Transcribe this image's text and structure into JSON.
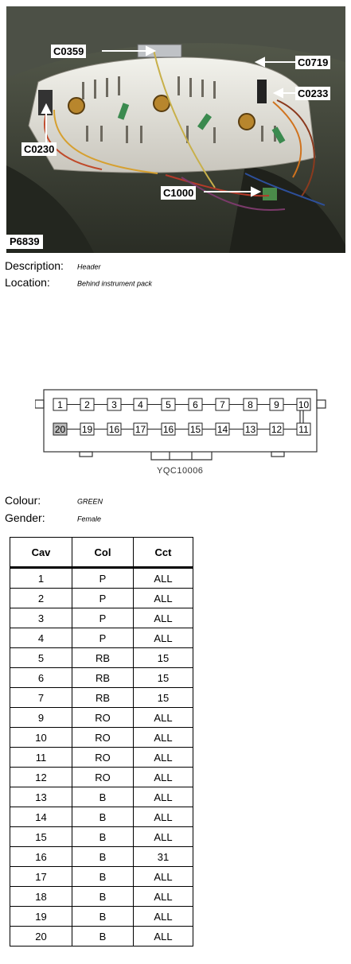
{
  "photo": {
    "callouts": [
      {
        "id": "c0359",
        "text": "C0359"
      },
      {
        "id": "c0719",
        "text": "C0719"
      },
      {
        "id": "c0233",
        "text": "C0233"
      },
      {
        "id": "c0230",
        "text": "C0230"
      },
      {
        "id": "c1000",
        "text": "C1000"
      }
    ],
    "reference": "P6839"
  },
  "description": {
    "label": "Description:",
    "value": "Header"
  },
  "location": {
    "label": "Location:",
    "value": "Behind instrument pack"
  },
  "connector": {
    "part_number": "YQC10006",
    "top_row": [
      "1",
      "2",
      "3",
      "4",
      "5",
      "6",
      "7",
      "8",
      "9",
      "10"
    ],
    "bottom_row": [
      "20",
      "19",
      "16",
      "17",
      "16",
      "15",
      "14",
      "13",
      "12",
      "11"
    ]
  },
  "colour": {
    "label": "Colour:",
    "value": "GREEN"
  },
  "gender": {
    "label": "Gender:",
    "value": "Female"
  },
  "table": {
    "headers": [
      "Cav",
      "Col",
      "Cct"
    ],
    "rows": [
      [
        "1",
        "P",
        "ALL"
      ],
      [
        "2",
        "P",
        "ALL"
      ],
      [
        "3",
        "P",
        "ALL"
      ],
      [
        "4",
        "P",
        "ALL"
      ],
      [
        "5",
        "RB",
        "15"
      ],
      [
        "6",
        "RB",
        "15"
      ],
      [
        "7",
        "RB",
        "15"
      ],
      [
        "9",
        "RO",
        "ALL"
      ],
      [
        "10",
        "RO",
        "ALL"
      ],
      [
        "11",
        "RO",
        "ALL"
      ],
      [
        "12",
        "RO",
        "ALL"
      ],
      [
        "13",
        "B",
        "ALL"
      ],
      [
        "14",
        "B",
        "ALL"
      ],
      [
        "15",
        "B",
        "ALL"
      ],
      [
        "16",
        "B",
        "31"
      ],
      [
        "17",
        "B",
        "ALL"
      ],
      [
        "18",
        "B",
        "ALL"
      ],
      [
        "19",
        "B",
        "ALL"
      ],
      [
        "20",
        "B",
        "ALL"
      ]
    ]
  }
}
